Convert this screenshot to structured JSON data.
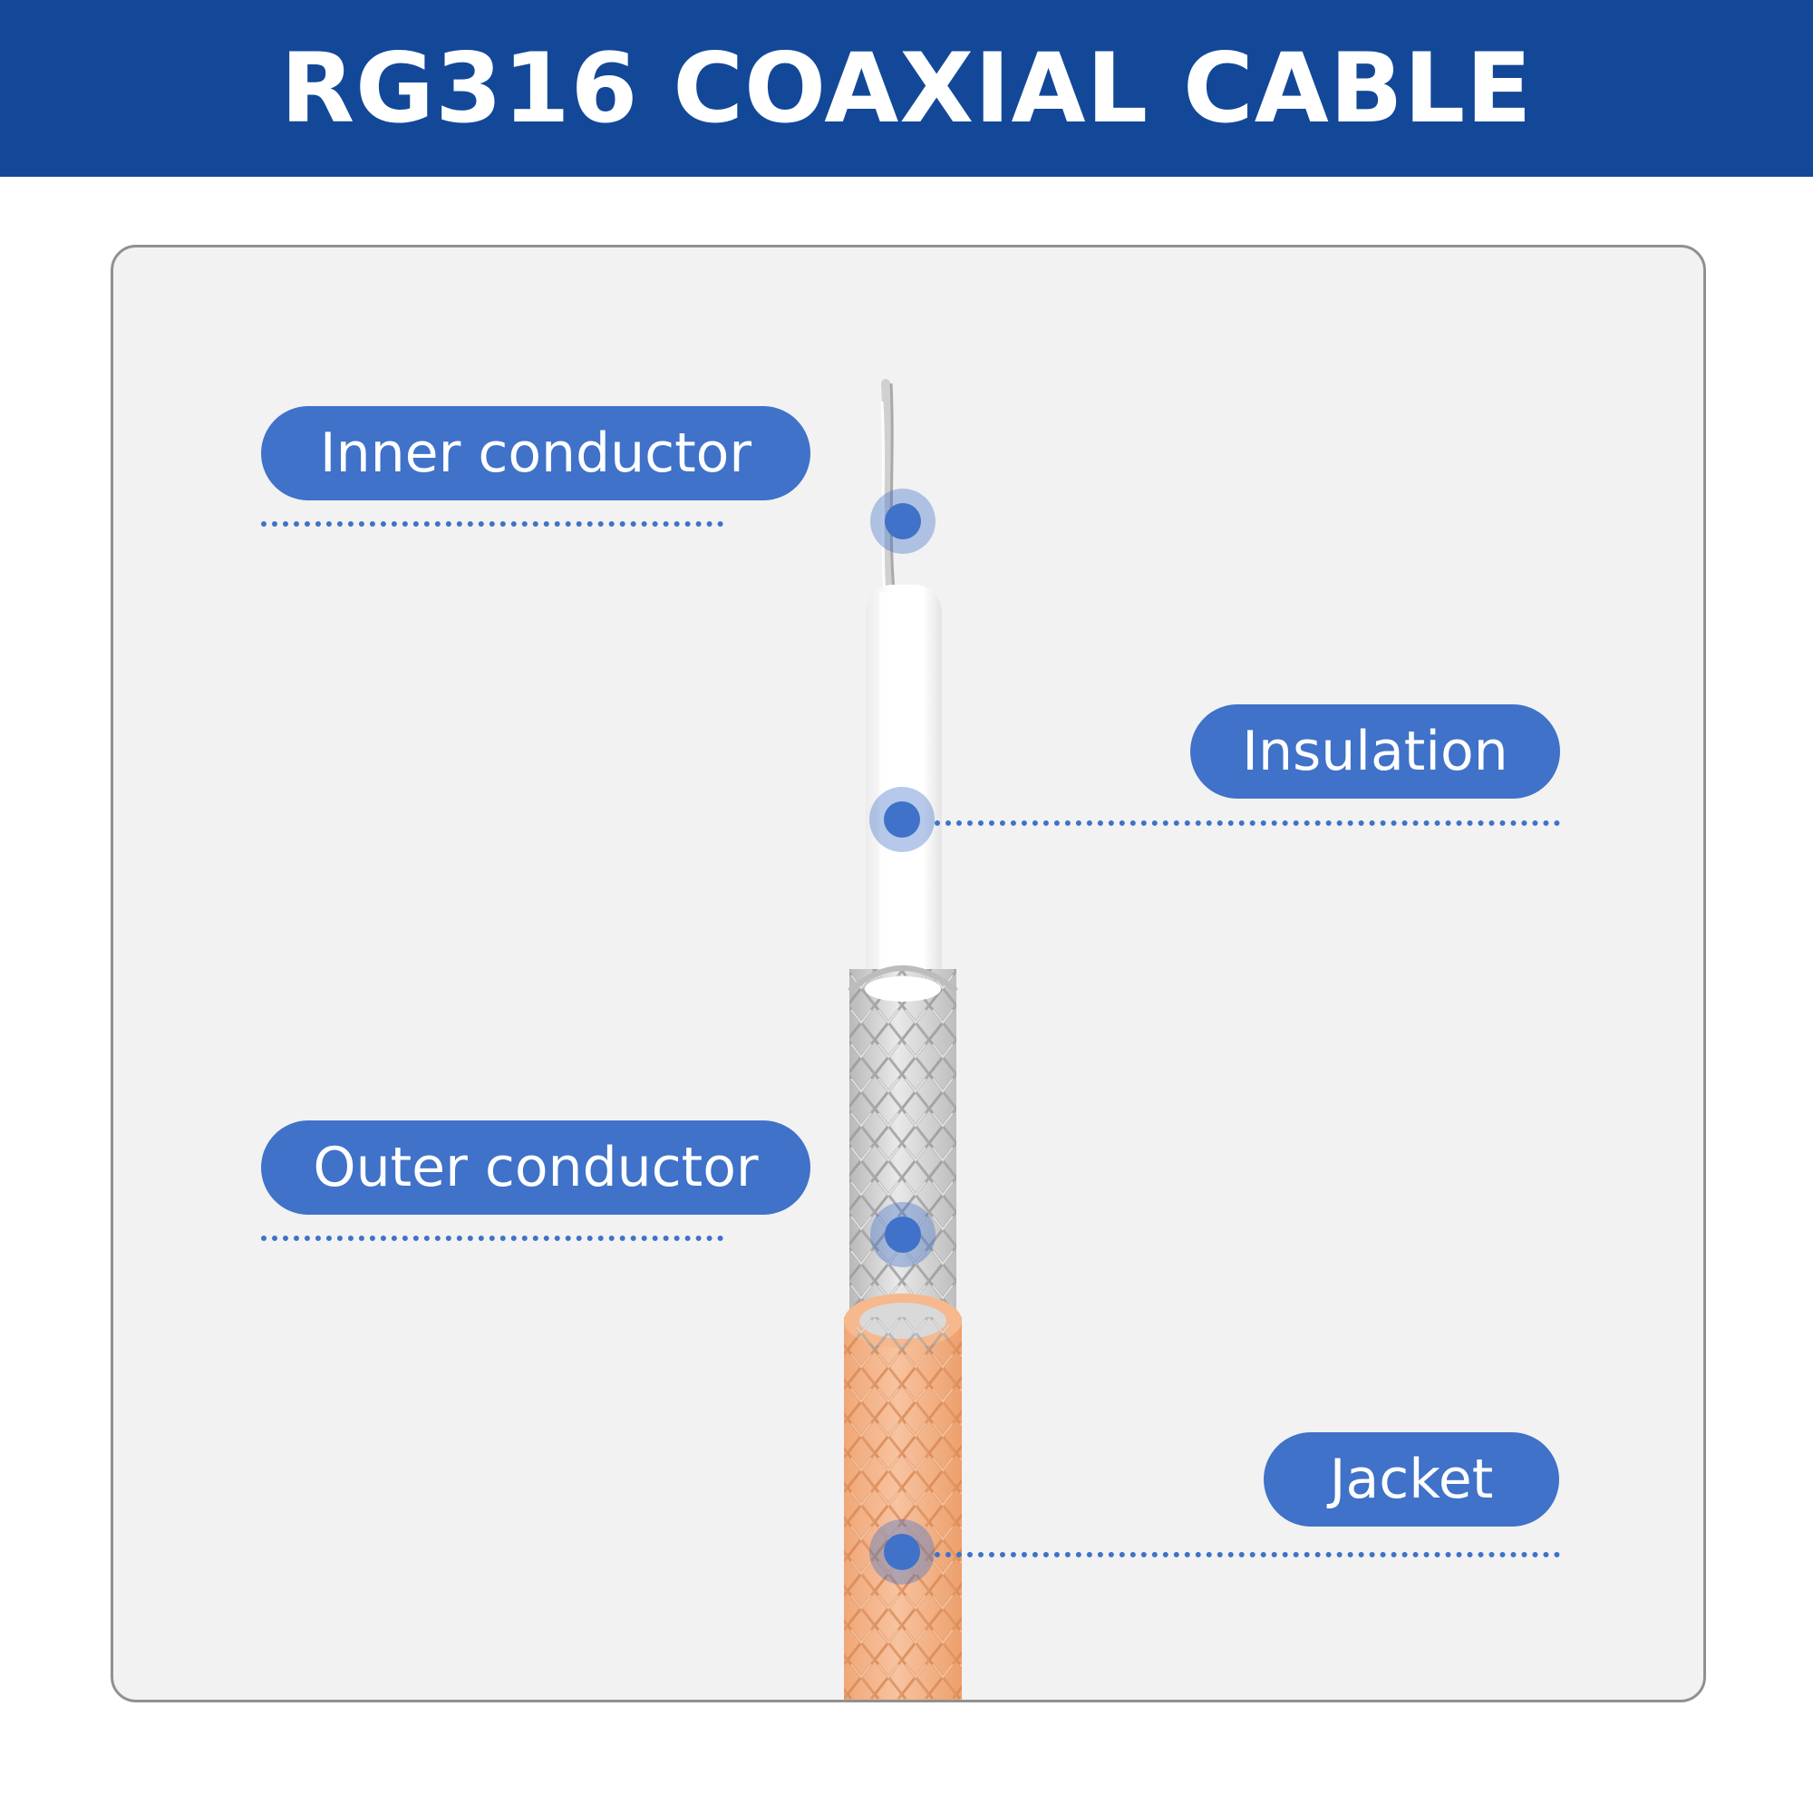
{
  "header": {
    "title": "RG316 COAXIAL CABLE",
    "background_color": "#134898"
  },
  "diagram": {
    "accent_color": "#3f72c8",
    "labels": {
      "inner_conductor": "Inner conductor",
      "insulation": "Insulation",
      "outer_conductor": "Outer conductor",
      "jacket": "Jacket"
    },
    "cable_colors": {
      "inner_conductor": "#d6d6d6",
      "insulation": "#ffffff",
      "outer_conductor": "#c9c9c9",
      "jacket": "#f2a97a"
    }
  }
}
